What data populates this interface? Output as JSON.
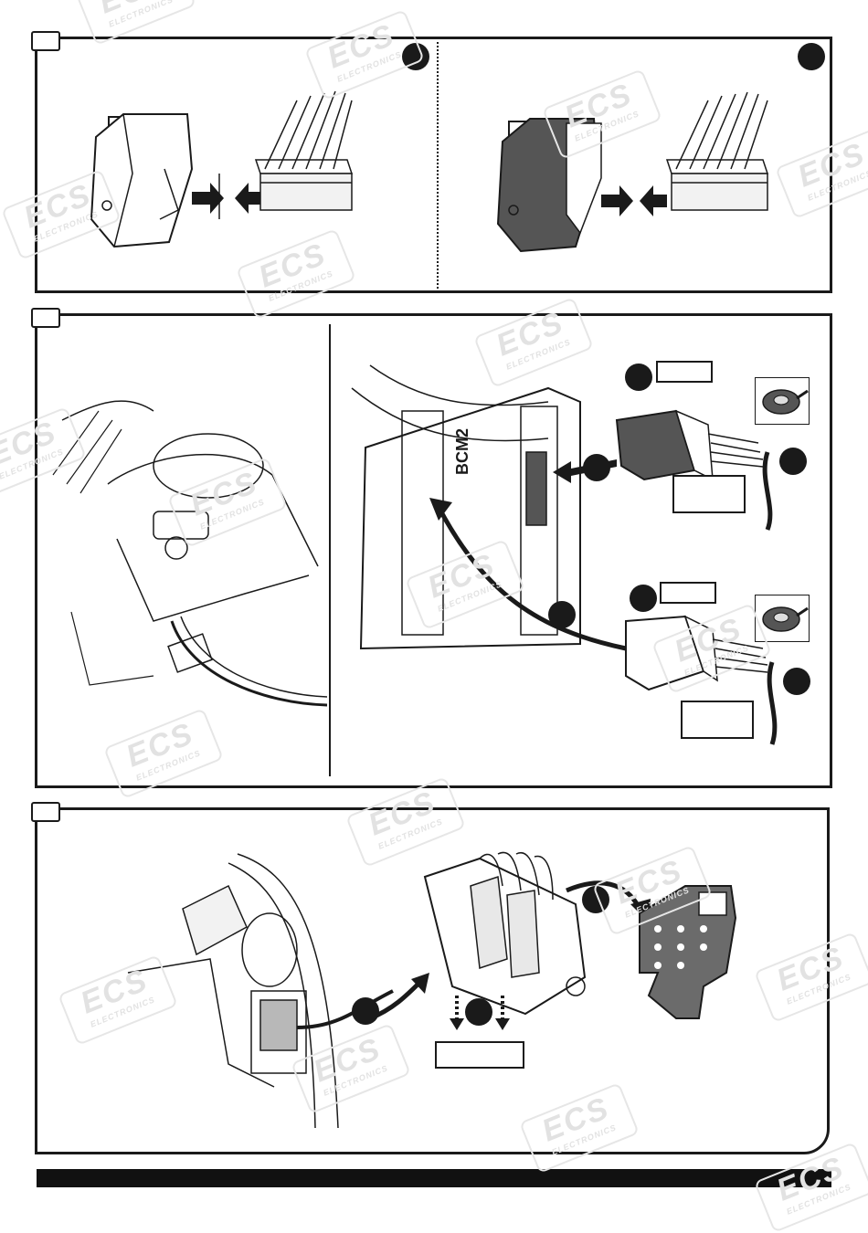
{
  "diagram_labels": {
    "module_label": "BCM2"
  },
  "watermark": {
    "brand": "ECS",
    "subtitle": "ELECTRONICS"
  },
  "colors": {
    "ink": "#1a1a1a",
    "connector_dark": "#555555",
    "bracket_grey": "#6b6b6b",
    "watermark": "#e2e2e2"
  }
}
